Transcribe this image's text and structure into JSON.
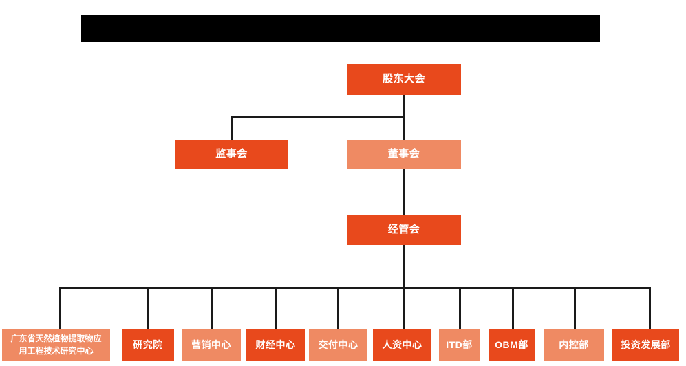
{
  "chart_data": {
    "type": "diagram",
    "title": "",
    "diagram_kind": "organization-chart",
    "colors": {
      "solid_orange": "#E8491C",
      "light_salmon": "#EF8A63",
      "connector": "#1a1a1a",
      "redaction": "#000000",
      "background": "#ffffff",
      "text": "#ffffff"
    },
    "levels": [
      {
        "level": 1,
        "nodes": [
          "股东大会"
        ]
      },
      {
        "level": 2,
        "nodes": [
          "监事会",
          "董事会"
        ]
      },
      {
        "level": 3,
        "nodes": [
          "经管会"
        ]
      },
      {
        "level": 4,
        "nodes": [
          "广东省天然植物提取物应用工程技术研究中心",
          "研究院",
          "营销中心",
          "财经中心",
          "交付中心",
          "人资中心",
          "ITD部",
          "OBM部",
          "内控部",
          "投资发展部"
        ]
      }
    ],
    "edges": [
      {
        "from": "股东大会",
        "to": "监事会"
      },
      {
        "from": "股东大会",
        "to": "董事会"
      },
      {
        "from": "董事会",
        "to": "经管会"
      },
      {
        "from": "经管会",
        "to": "广东省天然植物提取物应用工程技术研究中心"
      },
      {
        "from": "经管会",
        "to": "研究院"
      },
      {
        "from": "经管会",
        "to": "营销中心"
      },
      {
        "from": "经管会",
        "to": "财经中心"
      },
      {
        "from": "经管会",
        "to": "交付中心"
      },
      {
        "from": "经管会",
        "to": "人资中心"
      },
      {
        "from": "经管会",
        "to": "ITD部"
      },
      {
        "from": "经管会",
        "to": "OBM部"
      },
      {
        "from": "经管会",
        "to": "内控部"
      },
      {
        "from": "经管会",
        "to": "投资发展部"
      }
    ]
  },
  "header": {
    "redacted_title": ""
  },
  "nodes": {
    "shareholders_meeting": {
      "label": "股东大会",
      "style": "solid"
    },
    "board_of_supervisors": {
      "label": "监事会",
      "style": "solid"
    },
    "board_of_directors": {
      "label": "董事会",
      "style": "light"
    },
    "management_committee": {
      "label": "经管会",
      "style": "solid"
    }
  },
  "departments": [
    {
      "label": "广东省天然植物提取物应\n用工程技术研究中心",
      "line1": "广东省天然植物提取物应",
      "line2": "用工程技术研究中心",
      "style": "light",
      "multiline": true
    },
    {
      "label": "研究院",
      "style": "solid",
      "multiline": false
    },
    {
      "label": "营销中心",
      "style": "light",
      "multiline": false
    },
    {
      "label": "财经中心",
      "style": "solid",
      "multiline": false
    },
    {
      "label": "交付中心",
      "style": "light",
      "multiline": false
    },
    {
      "label": "人资中心",
      "style": "solid",
      "multiline": false
    },
    {
      "label": "ITD部",
      "style": "light",
      "multiline": false
    },
    {
      "label": "OBM部",
      "style": "solid",
      "multiline": false
    },
    {
      "label": "内控部",
      "style": "light",
      "multiline": false
    },
    {
      "label": "投资发展部",
      "style": "solid",
      "multiline": false
    }
  ]
}
